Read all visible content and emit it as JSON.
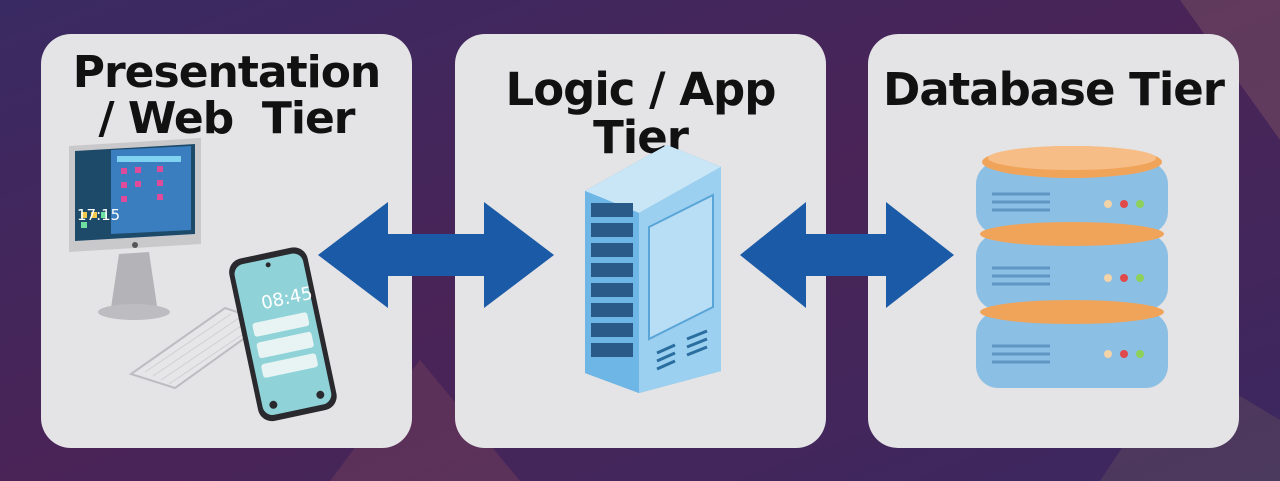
{
  "diagram": {
    "tiers": [
      {
        "title_line1": "Presentation",
        "title_line2": "/ Web  Tier",
        "icons": [
          "desktop-monitor",
          "keyboard",
          "smartphone"
        ]
      },
      {
        "title": "Logic / App Tier",
        "icons": [
          "server-rack"
        ]
      },
      {
        "title": "Database Tier",
        "icons": [
          "database-stack"
        ]
      }
    ],
    "monitor_clock": "17:15",
    "phone_clock": "08:45",
    "connectors": [
      "bidirectional-arrow",
      "bidirectional-arrow"
    ],
    "colors": {
      "background_dark": "#33255a",
      "background_accent": "#5a2a55",
      "panel": "#e4e3e5",
      "arrow": "#1b5aa6",
      "server": "#7ec0ec",
      "database": "#8cbfe4",
      "database_top": "#f0a45a"
    }
  }
}
